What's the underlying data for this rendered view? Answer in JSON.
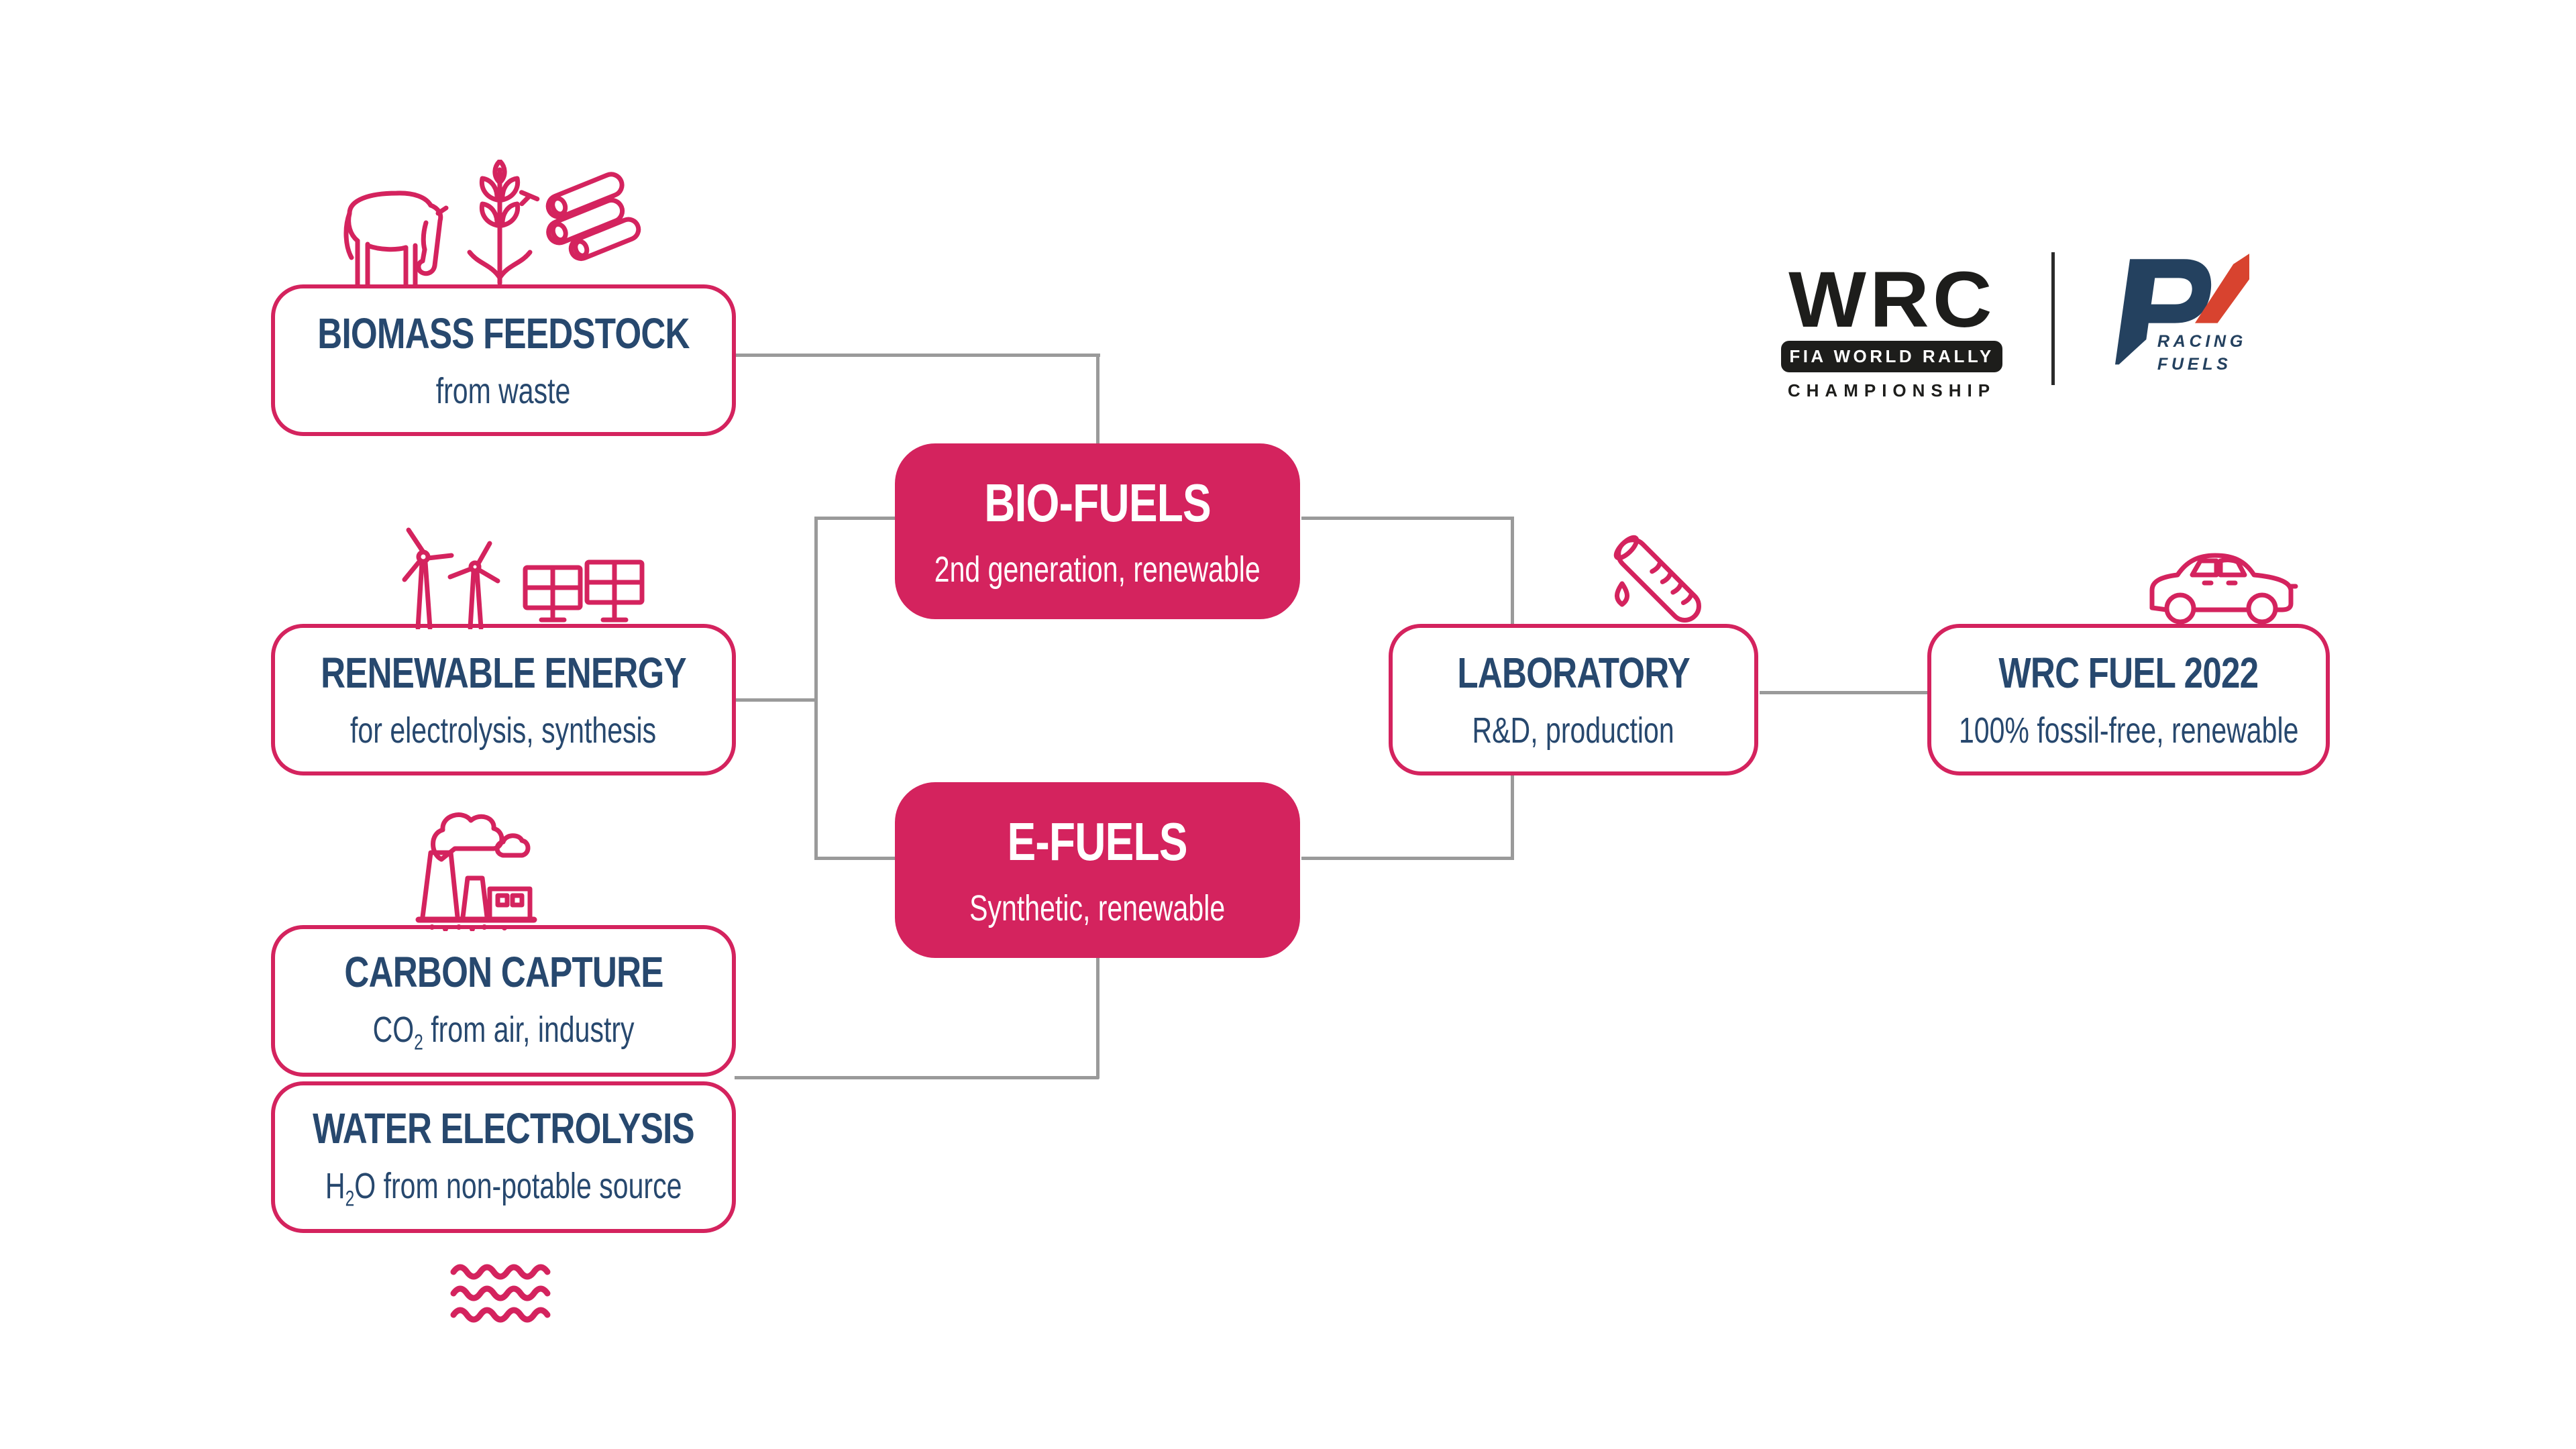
{
  "colors": {
    "accent_pink": "#d4235e",
    "navy_text": "#27486e",
    "connector_grey": "#9a9a9a",
    "logo_black": "#1d1d1b",
    "p1_navy": "#24415f",
    "p1_red": "#d8432f"
  },
  "nodes": {
    "biomass": {
      "title": "BIOMASS FEEDSTOCK",
      "subtitle": "from waste"
    },
    "renewable": {
      "title": "RENEWABLE ENERGY",
      "subtitle": "for electrolysis, synthesis"
    },
    "carbon": {
      "title": "CARBON CAPTURE",
      "sub_pre": "CO",
      "sub_sub": "2",
      "sub_post": " from air, industry"
    },
    "water": {
      "title": "WATER ELECTROLYSIS",
      "sub_pre": "H",
      "sub_sub": "2",
      "sub_post": "O from non-potable source"
    },
    "biofuels": {
      "title": "BIO-FUELS",
      "subtitle": "2nd generation, renewable"
    },
    "efuels": {
      "title": "E-FUELS",
      "subtitle": "Synthetic, renewable"
    },
    "laboratory": {
      "title": "LABORATORY",
      "subtitle": "R&D, production"
    },
    "wrcfuel": {
      "title": "WRC FUEL 2022",
      "subtitle": "100% fossil-free, renewable"
    }
  },
  "logos": {
    "wrc": {
      "word": "WRC",
      "bar": "FIA WORLD RALLY",
      "championship": "CHAMPIONSHIP"
    },
    "p1": {
      "line1": "RACING",
      "line2": "FUELS"
    }
  }
}
